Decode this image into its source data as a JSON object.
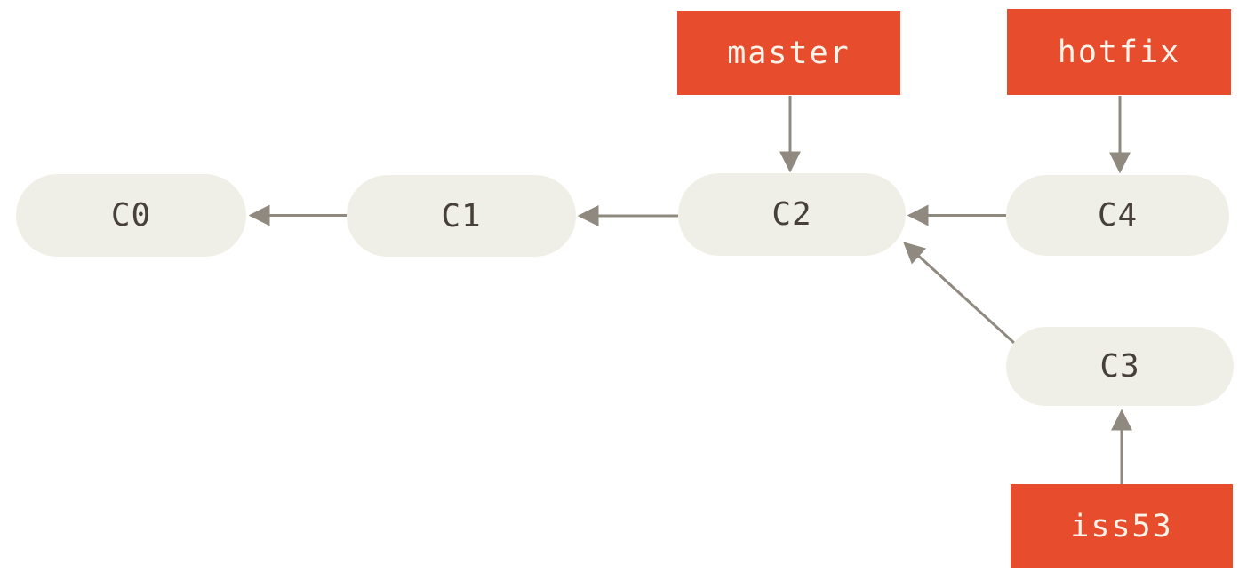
{
  "colors": {
    "background": "#ffffff",
    "commit_fill": "#f0efe7",
    "commit_text": "#474039",
    "branch_bg": "#e74c2c",
    "branch_text": "#f9f3e9",
    "arrow": "#90897f"
  },
  "diagram": {
    "type": "git-commit-graph",
    "commits": [
      {
        "id": "C0"
      },
      {
        "id": "C1"
      },
      {
        "id": "C2"
      },
      {
        "id": "C3"
      },
      {
        "id": "C4"
      }
    ],
    "branches": [
      {
        "name": "master",
        "points_to": "C2"
      },
      {
        "name": "hotfix",
        "points_to": "C4"
      },
      {
        "name": "iss53",
        "points_to": "C3"
      }
    ],
    "edges": [
      {
        "from": "C1",
        "to": "C0"
      },
      {
        "from": "C2",
        "to": "C1"
      },
      {
        "from": "C4",
        "to": "C2"
      },
      {
        "from": "C3",
        "to": "C2"
      },
      {
        "from": "master",
        "to": "C2"
      },
      {
        "from": "hotfix",
        "to": "C4"
      },
      {
        "from": "iss53",
        "to": "C3"
      }
    ]
  }
}
